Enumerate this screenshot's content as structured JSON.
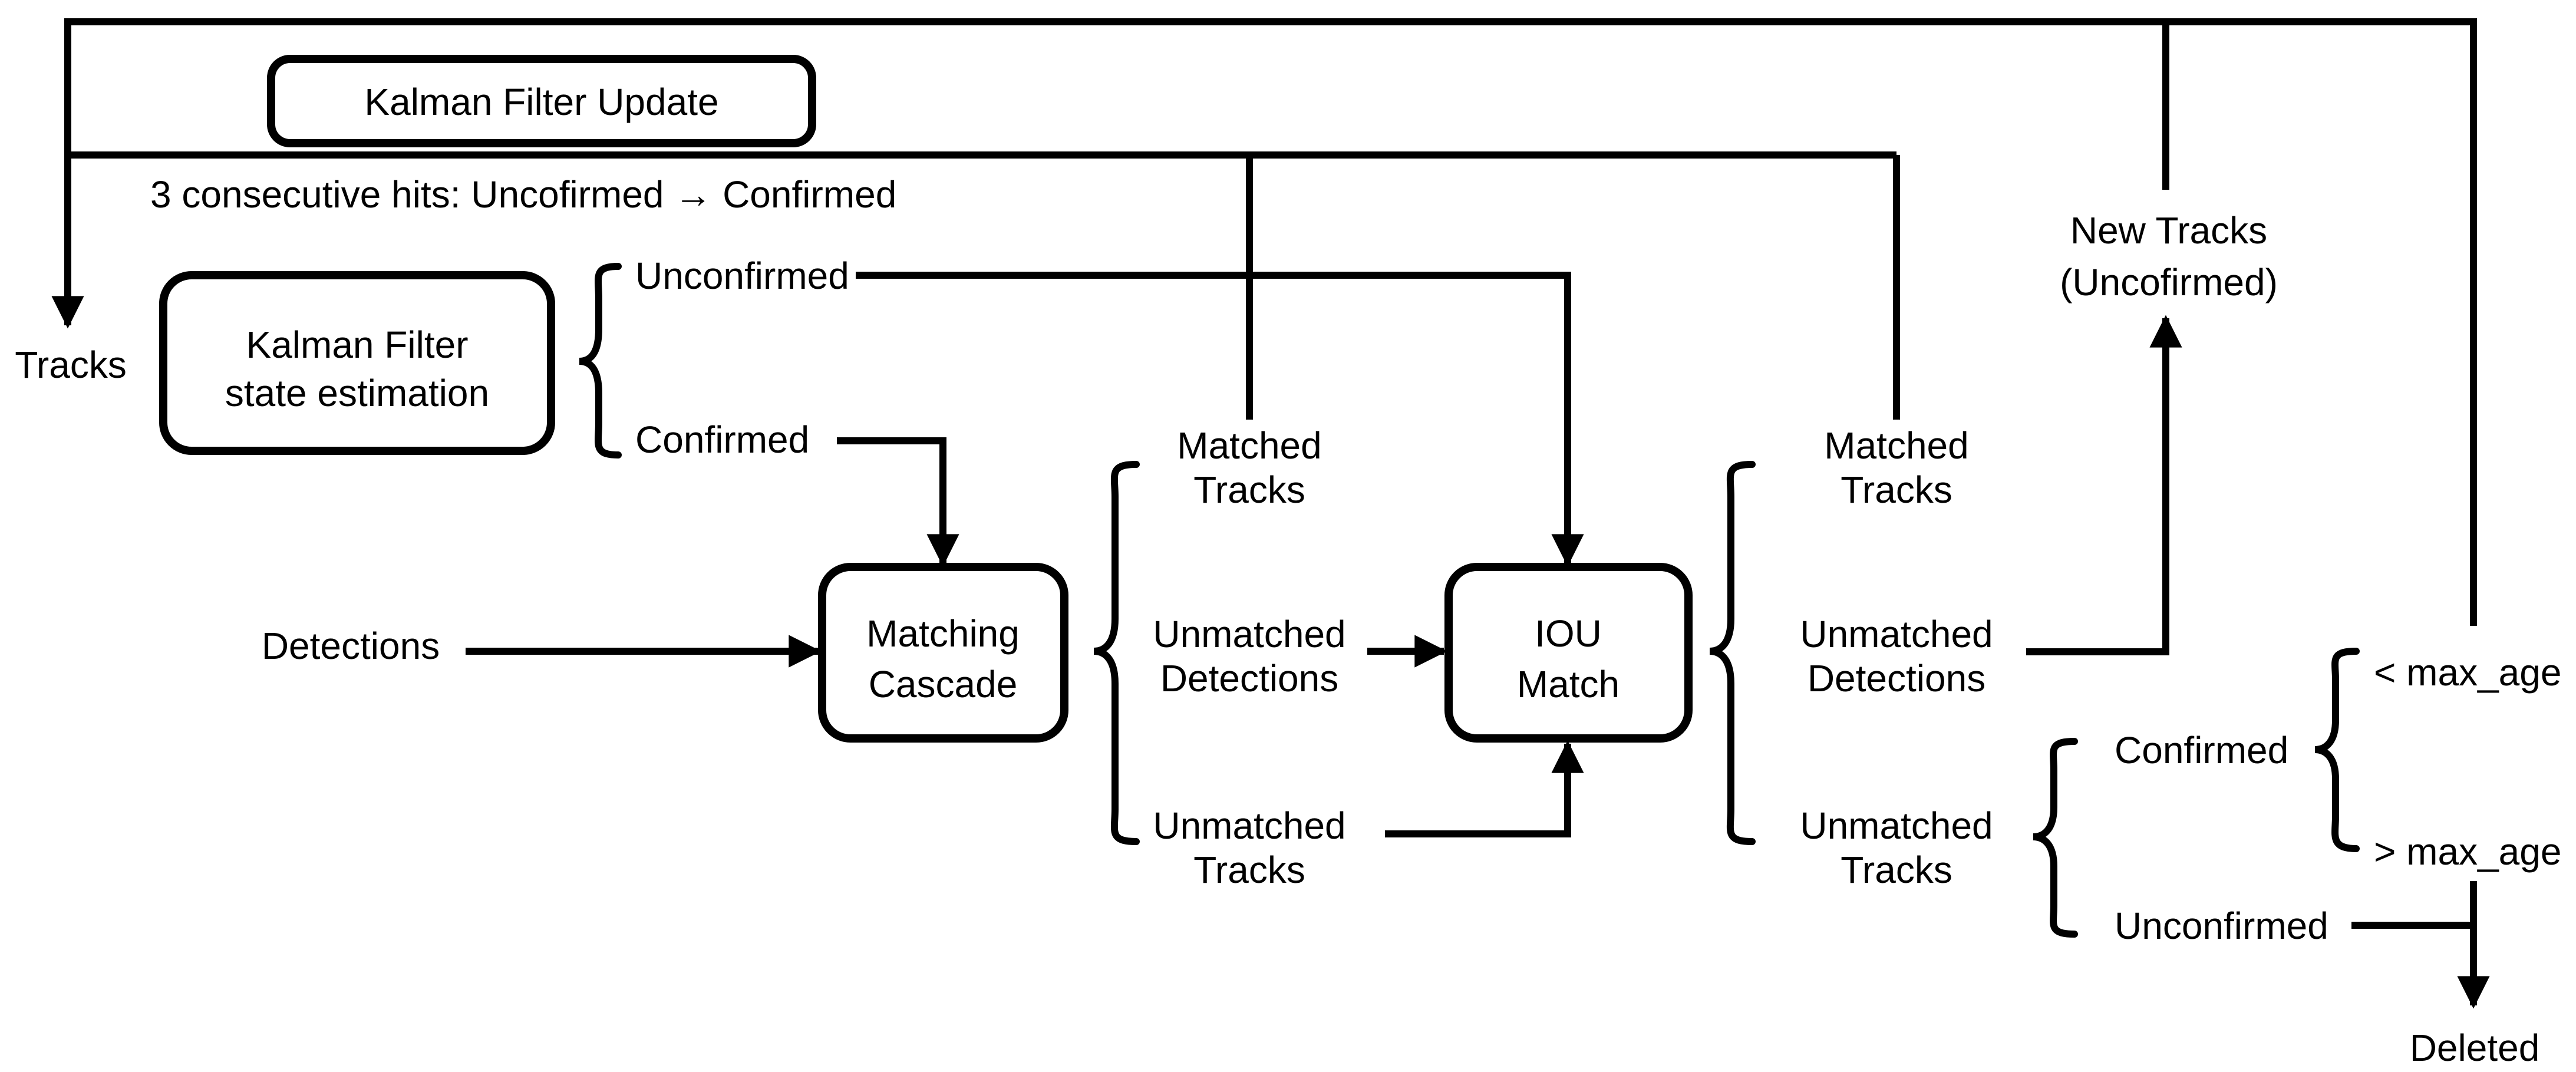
{
  "page": {
    "background": "#ffffff",
    "line_color": "#000000"
  },
  "caption": "3 consecutive hits: Uncofirmed → Confirmed",
  "inputs": {
    "tracks": "Tracks",
    "detections": "Detections"
  },
  "boxes": {
    "kalman_update": {
      "line1": "Kalman Filter Update"
    },
    "kalman_state": {
      "line1": "Kalman Filter",
      "line2": "state estimation"
    },
    "matching_cascade": {
      "line1": "Matching",
      "line2": "Cascade"
    },
    "iou_match": {
      "line1": "IOU",
      "line2": "Match"
    }
  },
  "kalman_outputs": {
    "unconfirmed": "Unconfirmed",
    "confirmed": "Confirmed"
  },
  "cascade_outputs": {
    "matched_tracks": {
      "line1": "Matched",
      "line2": "Tracks"
    },
    "unmatched_detections": {
      "line1": "Unmatched",
      "line2": "Detections"
    },
    "unmatched_tracks": {
      "line1": "Unmatched",
      "line2": "Tracks"
    }
  },
  "iou_outputs": {
    "matched_tracks": {
      "line1": "Matched",
      "line2": "Tracks"
    },
    "unmatched_detections": {
      "line1": "Unmatched",
      "line2": "Detections"
    },
    "unmatched_tracks": {
      "line1": "Unmatched",
      "line2": "Tracks"
    }
  },
  "new_tracks": {
    "line1": "New Tracks",
    "line2": "(Uncofirmed)"
  },
  "track_fate": {
    "confirmed": "Confirmed",
    "unconfirmed": "Unconfirmed",
    "lt_max_age": "< max_age",
    "gt_max_age": "> max_age",
    "deleted": "Deleted"
  }
}
